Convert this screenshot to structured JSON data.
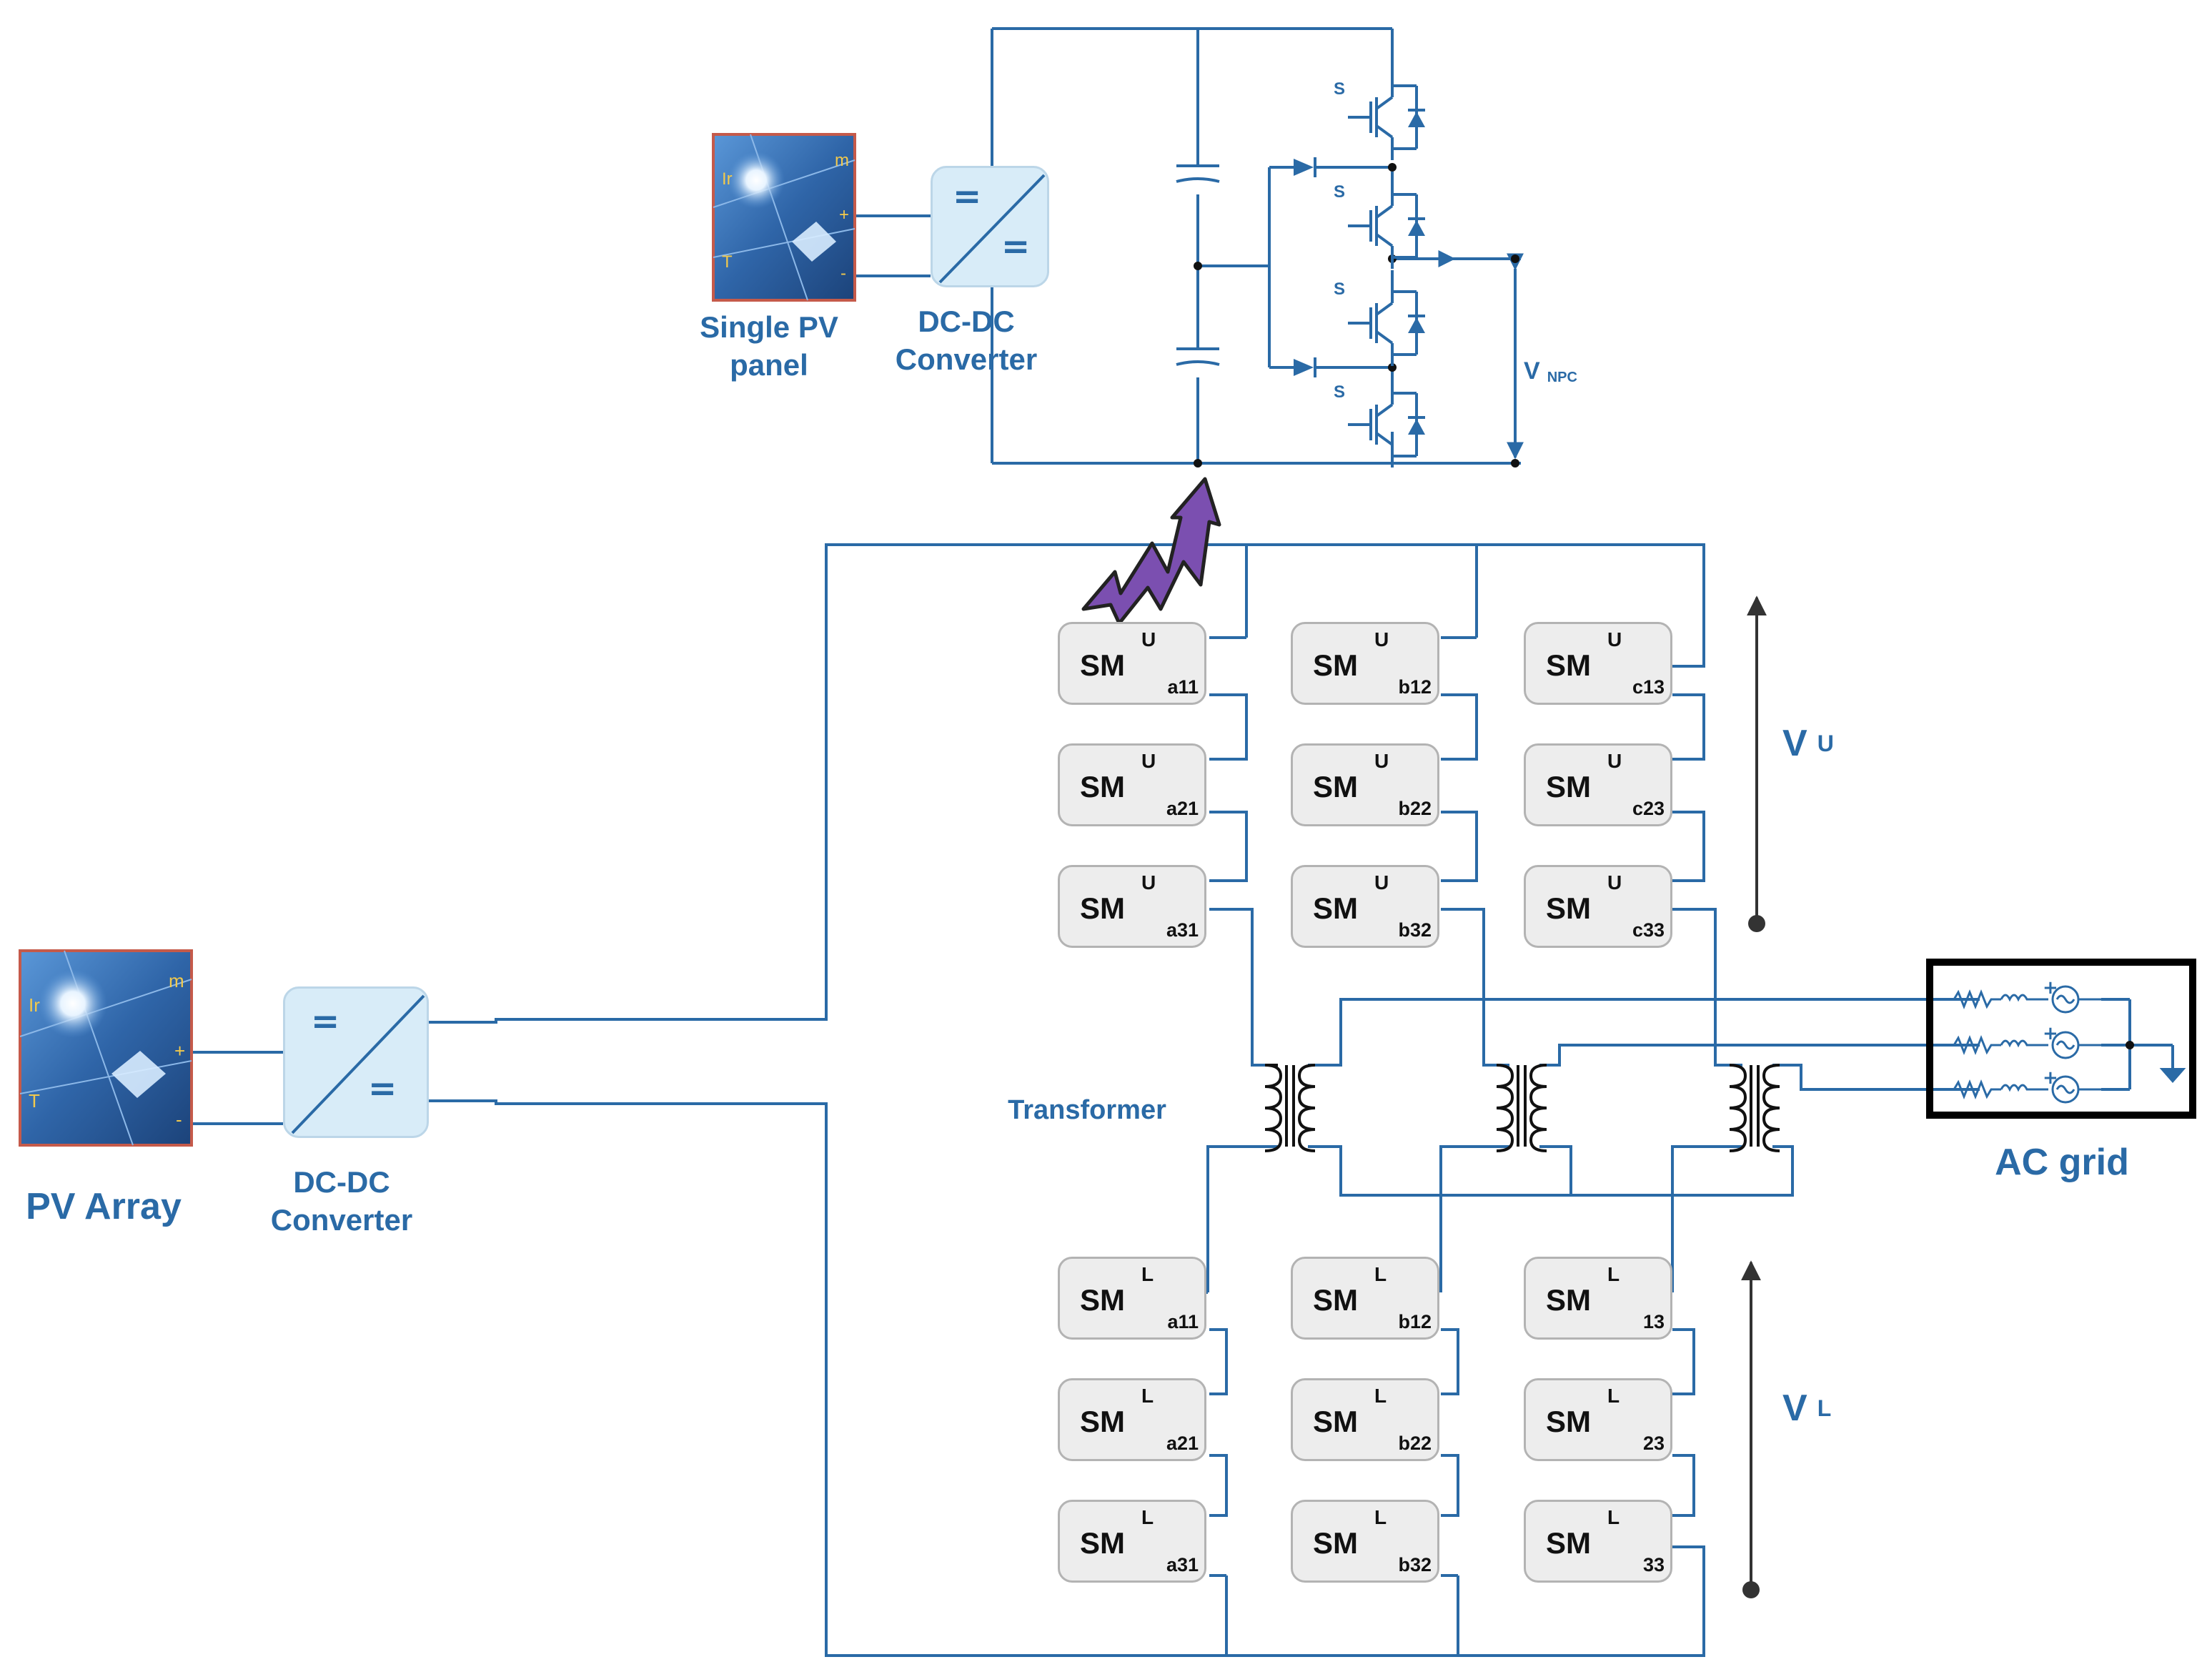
{
  "labels": {
    "single_pv_panel": "Single PV panel",
    "dcdc_top": "DC-DC Converter",
    "pv_array": "PV Array",
    "dcdc_left": "DC-DC Converter",
    "transformer": "Transformer",
    "ac_grid": "AC grid",
    "v_npc_main": "V",
    "v_npc_sub": "NPC",
    "v_upper_main": "V",
    "v_upper_sup": "U",
    "v_lower_main": "V",
    "v_lower_sup": "L"
  },
  "pv_panel_marks": {
    "ir": "Ir",
    "t": "T",
    "m": "m",
    "plus": "+",
    "minus": "-"
  },
  "converter_symbols": {
    "top": "=",
    "bottom": "="
  },
  "switch_labels": [
    "S",
    "S",
    "S",
    "S"
  ],
  "upper_modules": [
    {
      "main": "SM",
      "sup": "U",
      "sub": "a11"
    },
    {
      "main": "SM",
      "sup": "U",
      "sub": "b12"
    },
    {
      "main": "SM",
      "sup": "U",
      "sub": "c13"
    },
    {
      "main": "SM",
      "sup": "U",
      "sub": "a21"
    },
    {
      "main": "SM",
      "sup": "U",
      "sub": "b22"
    },
    {
      "main": "SM",
      "sup": "U",
      "sub": "c23"
    },
    {
      "main": "SM",
      "sup": "U",
      "sub": "a31"
    },
    {
      "main": "SM",
      "sup": "U",
      "sub": "b32"
    },
    {
      "main": "SM",
      "sup": "U",
      "sub": "c33"
    }
  ],
  "lower_modules": [
    {
      "main": "SM",
      "sup": "L",
      "sub": "a11"
    },
    {
      "main": "SM",
      "sup": "L",
      "sub": "b12"
    },
    {
      "main": "SM",
      "sup": "L",
      "sub": "13"
    },
    {
      "main": "SM",
      "sup": "L",
      "sub": "a21"
    },
    {
      "main": "SM",
      "sup": "L",
      "sub": "b22"
    },
    {
      "main": "SM",
      "sup": "L",
      "sub": "23"
    },
    {
      "main": "SM",
      "sup": "L",
      "sub": "a31"
    },
    {
      "main": "SM",
      "sup": "L",
      "sub": "b32"
    },
    {
      "main": "SM",
      "sup": "L",
      "sub": "33"
    }
  ],
  "colors": {
    "wire": "#2a6aa6",
    "label": "#2a6aa6",
    "module_fill": "#ededed",
    "module_border": "#b3b3b3",
    "converter_fill": "#d8ecf8",
    "grid_box": "#000000",
    "arrow_fill": "#7b4fb0",
    "panel_fill": "#2f65a8"
  }
}
